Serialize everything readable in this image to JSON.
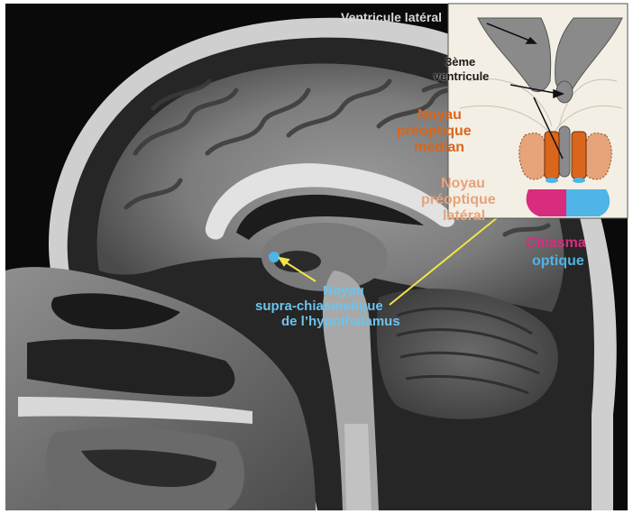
{
  "image": {
    "kind": "sagittal brain MRI with annotated hypothalamus inset",
    "colors": {
      "mri_dark": "#0a0a0a",
      "mri_bright": "#d9d9d9",
      "inset_bg": "#f3efe4",
      "ventricle_gray": "#8a8a8a",
      "orange": "#d9661c",
      "salmon": "#e7a37a",
      "magenta": "#d92c7e",
      "cyan": "#4fb4e6",
      "yellow_pointer": "#f0e54a"
    }
  },
  "labels": {
    "ventricule_lateral": "Ventricule latéral",
    "troisieme_ventricule_1": "3ème",
    "troisieme_ventricule_2": "ventricule",
    "preoptique_median_1": "Noyau",
    "preoptique_median_2": "préoptique",
    "preoptique_median_3": "médian",
    "preoptique_lateral_1": "Noyau",
    "preoptique_lateral_2": "préoptique",
    "preoptique_lateral_3": "latéral",
    "chiasma_1": "Chiasma",
    "chiasma_2": "optique",
    "scn_1": "Noyau",
    "scn_2": "supra-chiasmatique",
    "scn_3": "de l’hypothalamus"
  }
}
